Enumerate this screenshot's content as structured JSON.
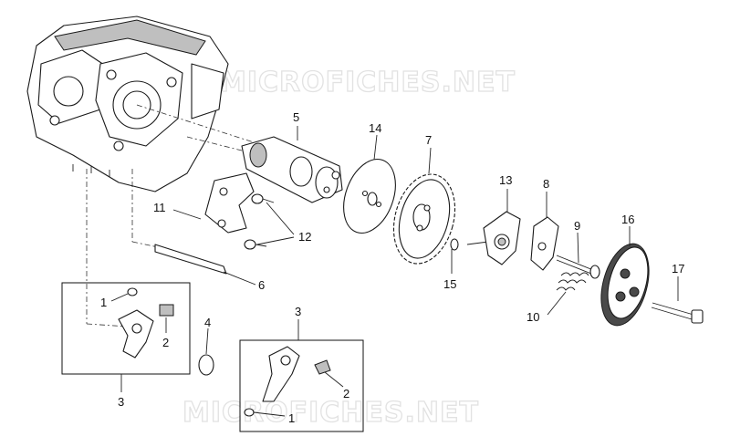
{
  "watermark": {
    "top": "MICROFICHES.NET",
    "bottom": "MICROFICHES.NET"
  },
  "callouts": {
    "p5": "5",
    "p14": "14",
    "p7": "7",
    "p13": "13",
    "p8": "8",
    "p9": "9",
    "p16": "16",
    "p17": "17",
    "p11": "11",
    "p12": "12",
    "p6": "6",
    "p15": "15",
    "p10": "10",
    "p4": "4",
    "box_left_1": "1",
    "box_left_2": "2",
    "box_left_3": "3",
    "box_right_3": "3",
    "box_right_2": "2",
    "box_right_1": "1"
  }
}
